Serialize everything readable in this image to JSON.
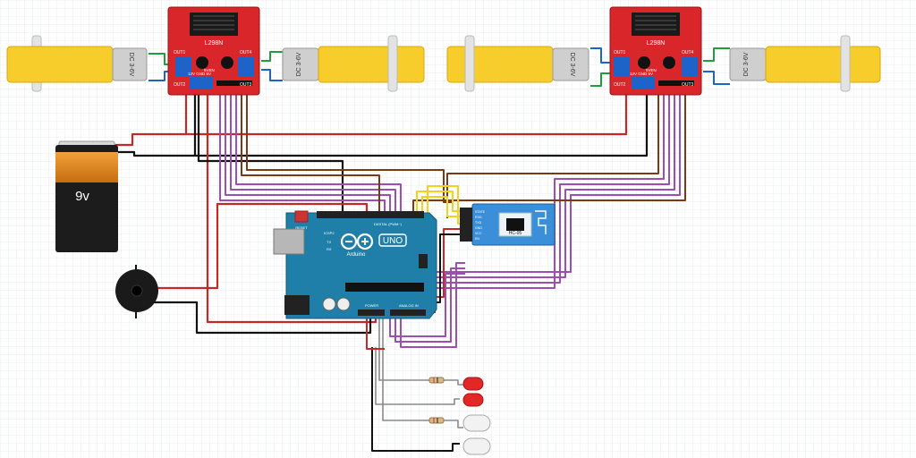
{
  "battery": {
    "voltage_label": "9v"
  },
  "motor_label": "DC 3-6V",
  "driver": {
    "chip_label": "L298N",
    "out1": "OUT1",
    "out2": "OUT2",
    "out3": "OUT3",
    "out4": "OUT4",
    "power_pins": "12V GND 5V",
    "enable_label": "5VEN"
  },
  "arduino": {
    "brand": "Arduino",
    "model": "UNO",
    "reset_label": "RESET",
    "icsp_label": "ICSP2",
    "digital_label": "DIGITAL (PWM~)",
    "tx_label": "TX",
    "rx_label": "RX",
    "power_label": "POWER",
    "analog_label": "ANALOG IN"
  },
  "bluetooth": {
    "model": "HC-05",
    "pins": [
      "STATE",
      "RXD",
      "TXD",
      "GND",
      "VCC",
      "EN"
    ]
  },
  "colors": {
    "background_grid": "#e9ecf1",
    "wire_red": "#c62828",
    "wire_black": "#111111",
    "wire_purple": "#9c4fb0",
    "wire_brown": "#7a3b14",
    "wire_yellow": "#f2d21b",
    "wire_grey": "#8a8a8a",
    "wire_green": "#1f9e3a",
    "wire_blue": "#1e63c8",
    "board_red": "#d9262b",
    "arduino_teal": "#1f7fa8",
    "bluetooth_blue": "#3b8fd8",
    "motor_yellow": "#f7cd2c",
    "led_red": "#e32626",
    "led_white": "#f2f2f2"
  }
}
